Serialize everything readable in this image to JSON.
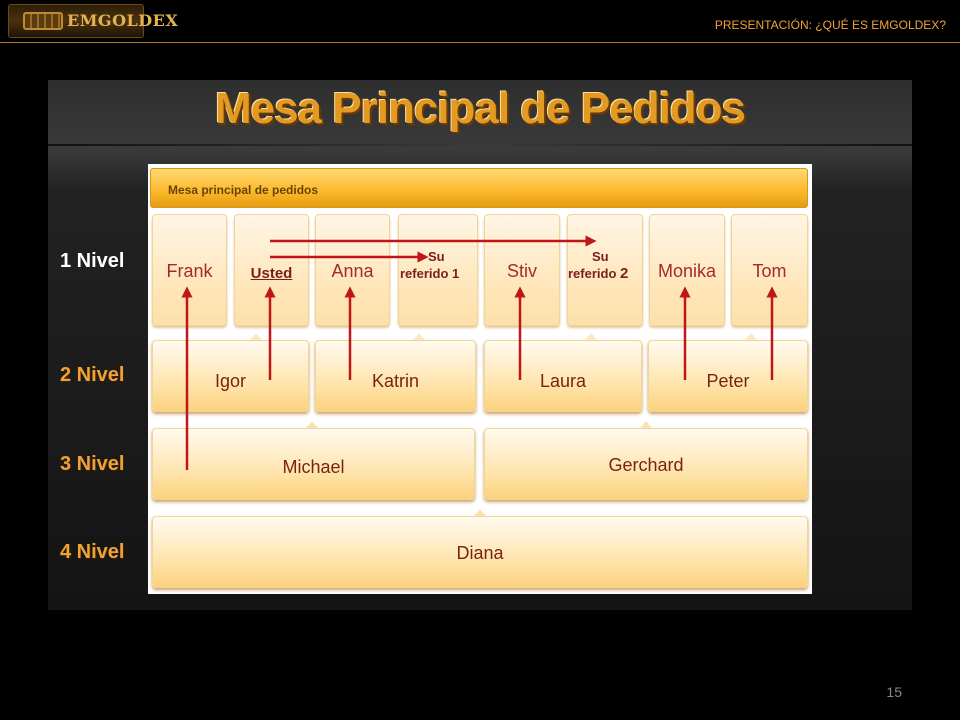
{
  "header": {
    "logo_text": "EMGOLDEX",
    "title": "PRESENTACIÓN: ¿QUÉ ES EMGOLDEX?"
  },
  "slide": {
    "title": "Mesa Principal de Pedidos",
    "board_title": "Mesa principal de pedidos",
    "levels": [
      "1 Nivel",
      "2 Nivel",
      "3 Nivel",
      "4 Nivel"
    ],
    "level1": [
      "Frank",
      "Usted",
      "Anna",
      "Su referido 1",
      "Stiv",
      "Su referido 2",
      "Monika",
      "Tom"
    ],
    "level2": [
      "Igor",
      "Katrin",
      "Laura",
      "Peter"
    ],
    "level3": [
      "Michael",
      "Gerchard"
    ],
    "level4": [
      "Diana"
    ]
  },
  "referral_labels": {
    "su": "Su",
    "referido1": "referido 1",
    "referido2": "referido",
    "referido2_num": "2"
  },
  "page_number": "15",
  "colors": {
    "accent": "#f2a13a",
    "arrow": "#c0161a",
    "box_fill": "#ffe7b4"
  }
}
